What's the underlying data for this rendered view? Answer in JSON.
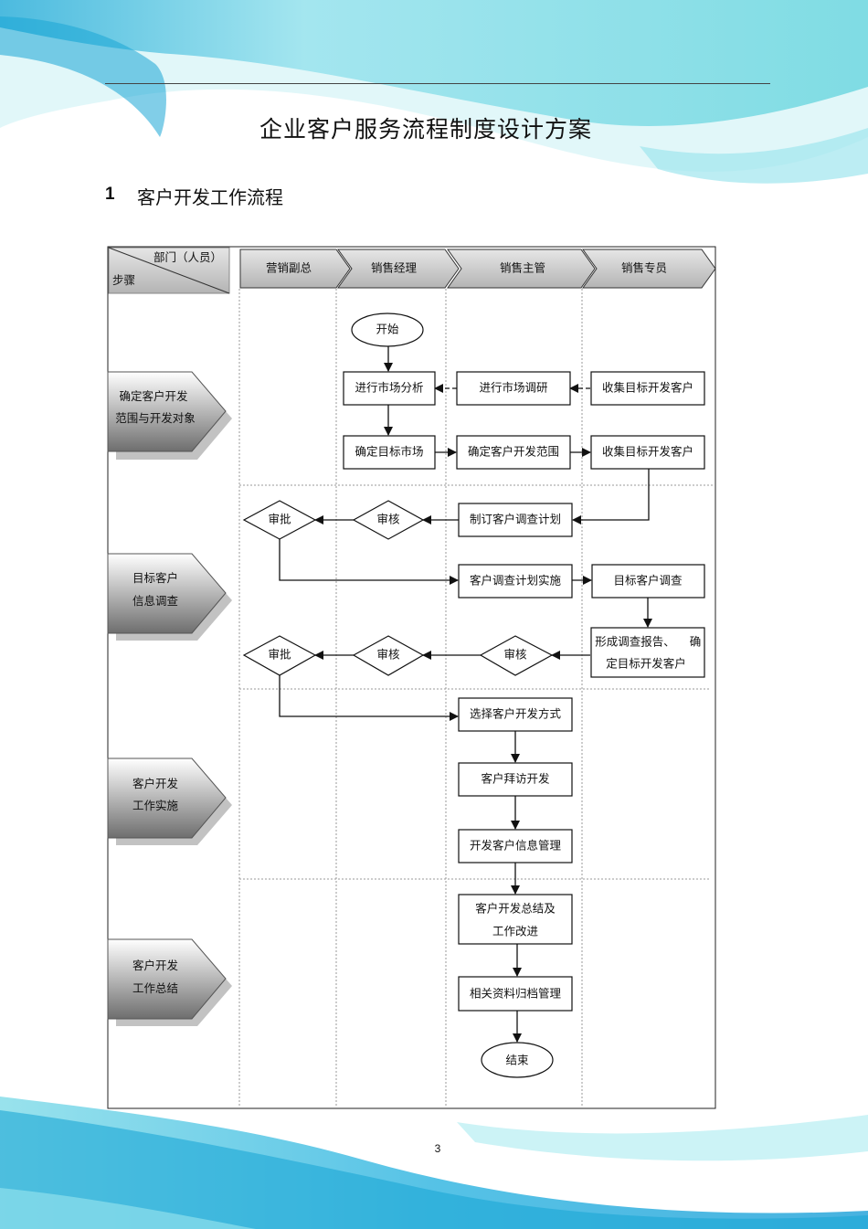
{
  "document": {
    "title": "企业客户服务流程制度设计方案",
    "section_number": "1",
    "section_title": "客户开发工作流程",
    "page_number": "3"
  },
  "table_header": {
    "corner_top": "部门（人员）",
    "corner_bottom": "步骤",
    "columns": [
      "营销副总",
      "销售经理",
      "销售主管",
      "销售专员"
    ]
  },
  "stages": [
    {
      "line1": "确定客户开发",
      "line2": "范围与开发对象"
    },
    {
      "line1": "目标客户",
      "line2": "信息调查"
    },
    {
      "line1": "客户开发",
      "line2": "工作实施"
    },
    {
      "line1": "客户开发",
      "line2": "工作总结"
    }
  ],
  "nodes": {
    "start": "开始",
    "market_analysis": "进行市场分析",
    "market_research": "进行市场调研",
    "collect_targets_1": "收集目标开发客户",
    "target_market": "确定目标市场",
    "dev_scope": "确定客户开发范围",
    "collect_targets_2": "收集目标开发客户",
    "approve_1": "审批",
    "review_1": "审核",
    "survey_plan": "制订客户调查计划",
    "plan_exec": "客户调查计划实施",
    "target_survey": "目标客户调查",
    "report_line1": "形成调查报告、",
    "report_line1b": "确",
    "report_line2": "定目标开发客户",
    "approve_2": "审批",
    "review_2": "审核",
    "review_3": "审核",
    "choose_method": "选择客户开发方式",
    "visit": "客户拜访开发",
    "info_mgmt": "开发客户信息管理",
    "summary_line1": "客户开发总结及",
    "summary_line2": "工作改进",
    "archive": "相关资料归档管理",
    "end": "结束"
  },
  "colors": {
    "background_wave_light": "#bfeef2",
    "background_wave_mid": "#6fd6e6",
    "background_wave_dark": "#1aa6d6",
    "header_fill": "#c8c8c8",
    "stage_fill": "#8a8a8a"
  }
}
